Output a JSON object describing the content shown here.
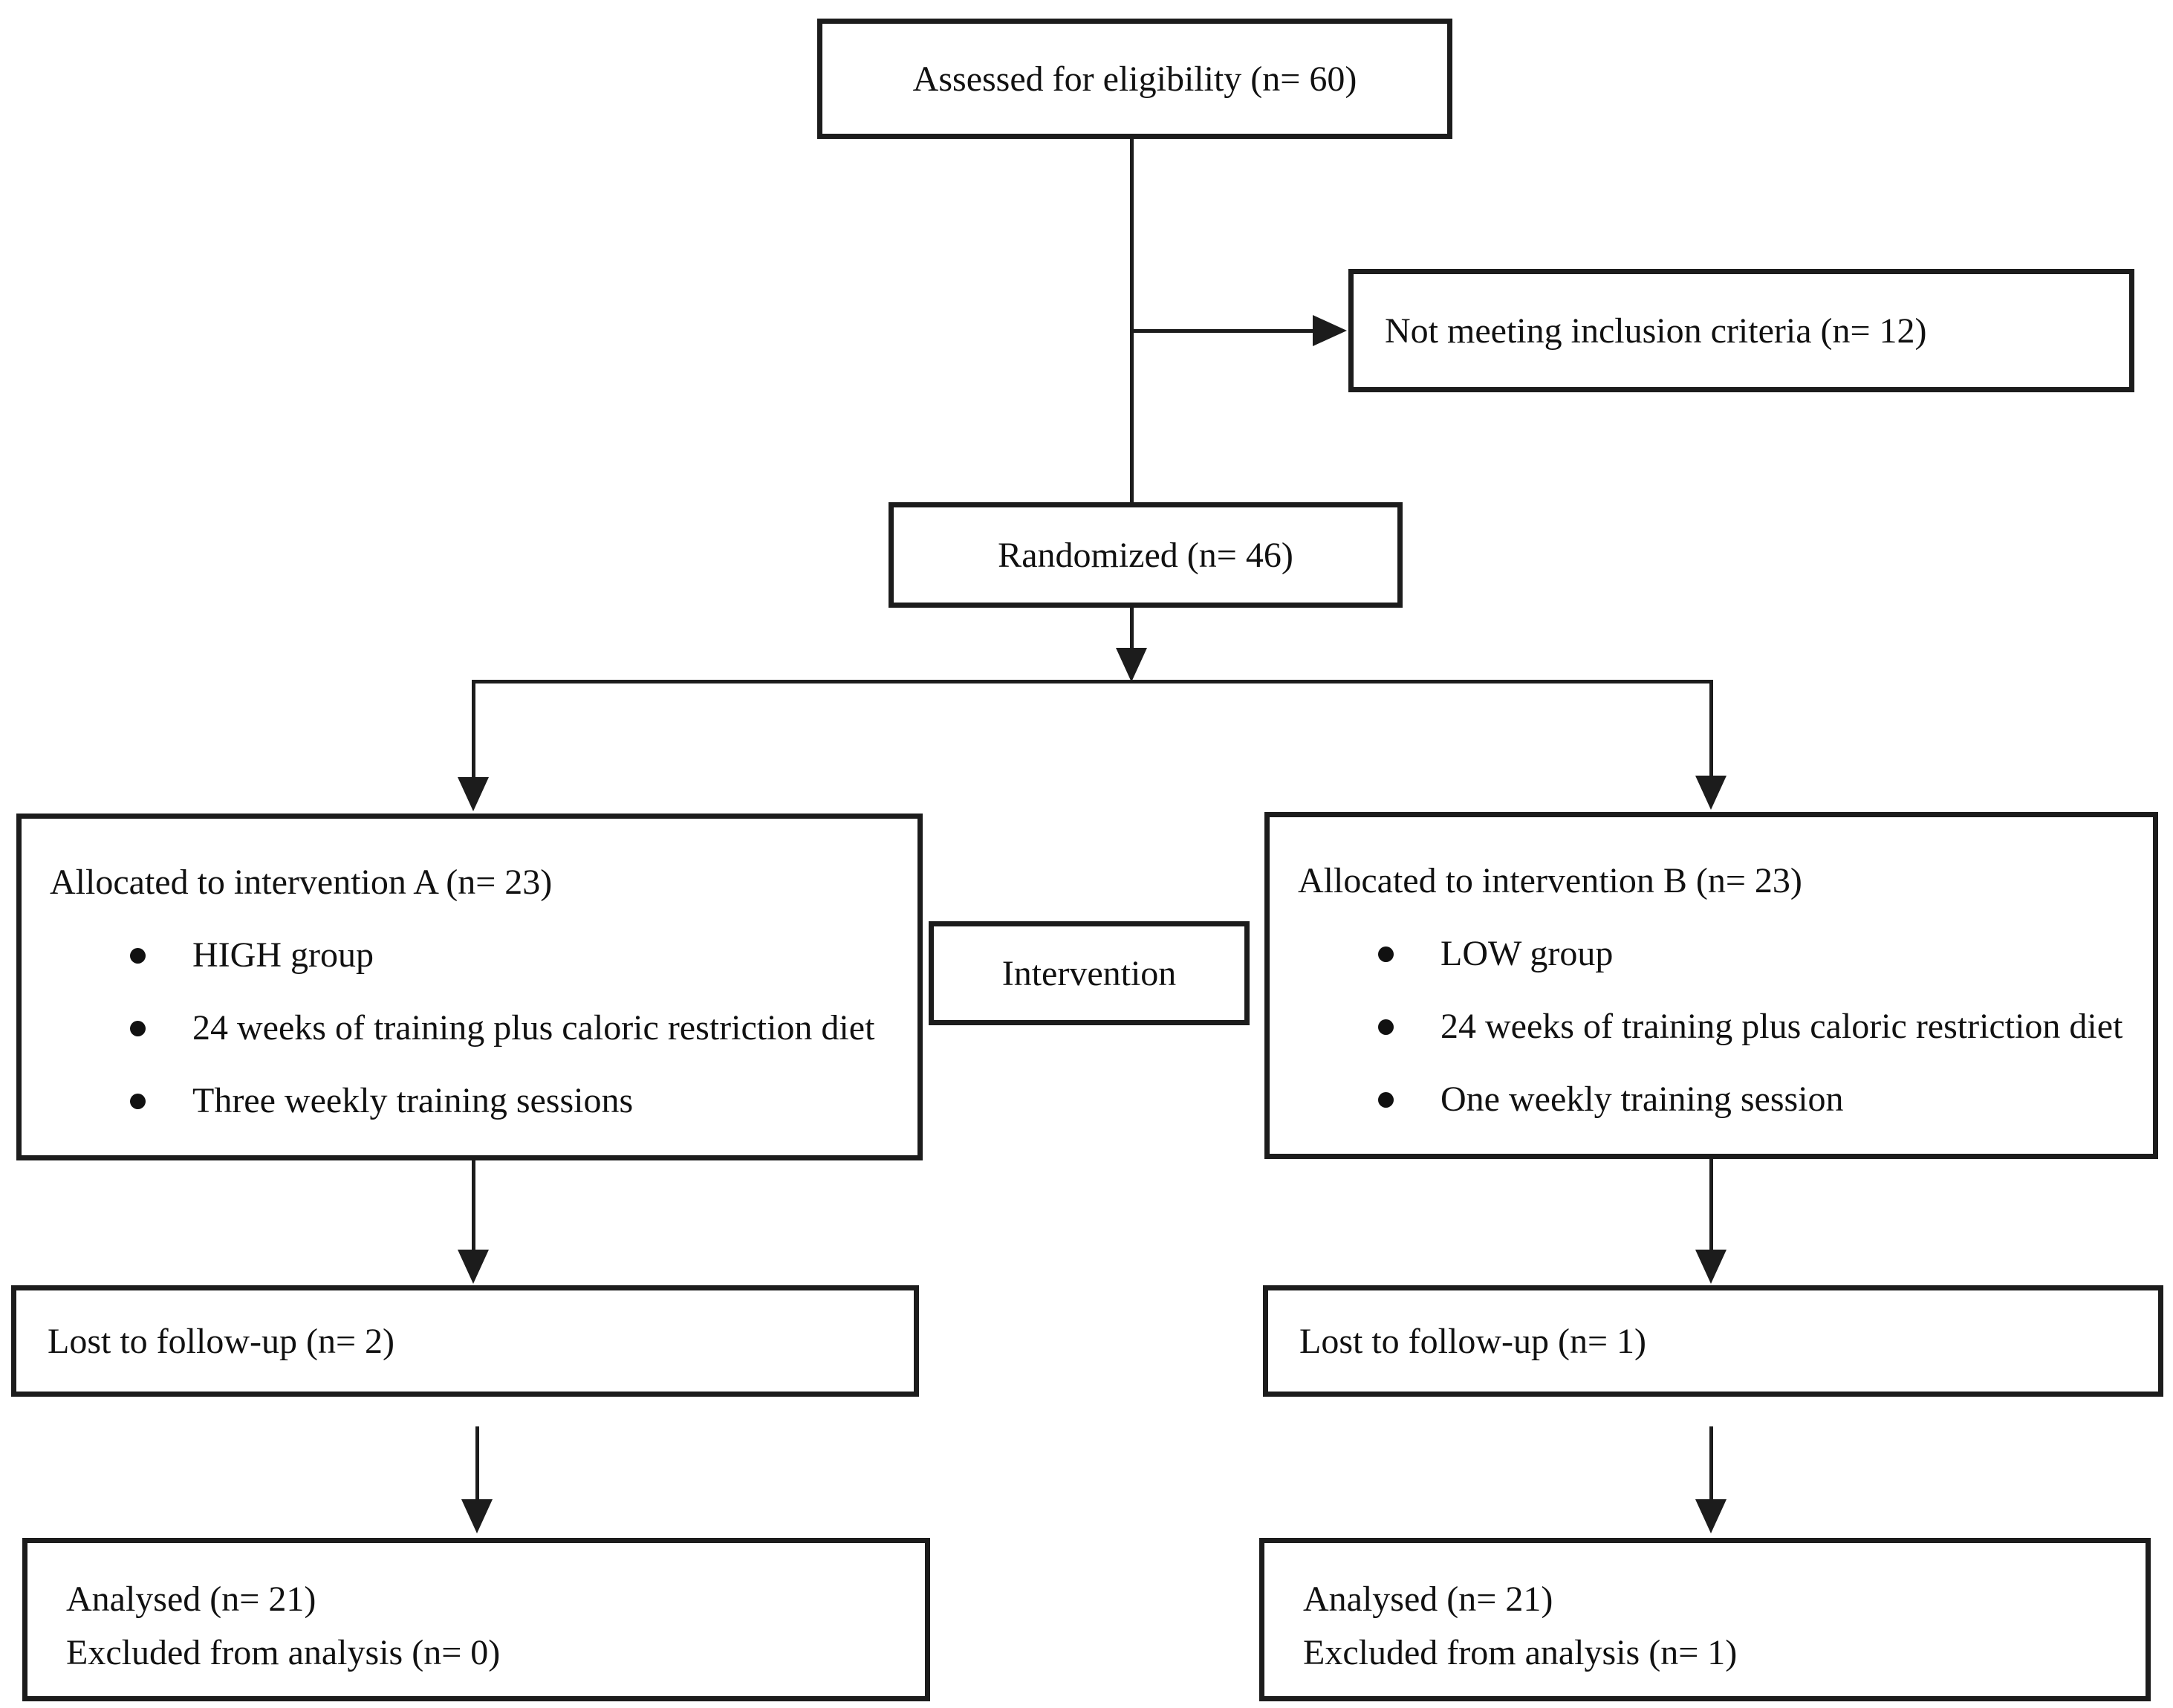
{
  "figure": {
    "type": "consort-flow-diagram",
    "colors": {
      "line": "#1c1c1c",
      "text": "#111111",
      "background": "#ffffff"
    },
    "boxes": {
      "assessed": {
        "label": "Assessed for eligibility (n= 60)"
      },
      "not_meeting": {
        "label": "Not meeting inclusion criteria (n= 12)"
      },
      "randomized": {
        "label": "Randomized (n= 46)"
      },
      "intervention": {
        "label": "Intervention"
      },
      "allocation_a": {
        "title": "Allocated to intervention A (n= 23)",
        "bullets": [
          "HIGH group",
          "24 weeks of training plus caloric restriction diet",
          "Three weekly training sessions"
        ]
      },
      "allocation_b": {
        "title": "Allocated to intervention B (n= 23)",
        "bullets": [
          "LOW group",
          "24 weeks of training plus caloric restriction diet",
          "One weekly training session"
        ]
      },
      "lost_a": {
        "label": "Lost to follow-up (n= 2)"
      },
      "lost_b": {
        "label": "Lost to follow-up (n= 1)"
      },
      "analysed_a": {
        "line1": "Analysed (n= 21)",
        "line2": "Excluded from analysis (n= 0)"
      },
      "analysed_b": {
        "line1": "Analysed (n= 21)",
        "line2": "Excluded from analysis (n= 1)"
      }
    }
  }
}
